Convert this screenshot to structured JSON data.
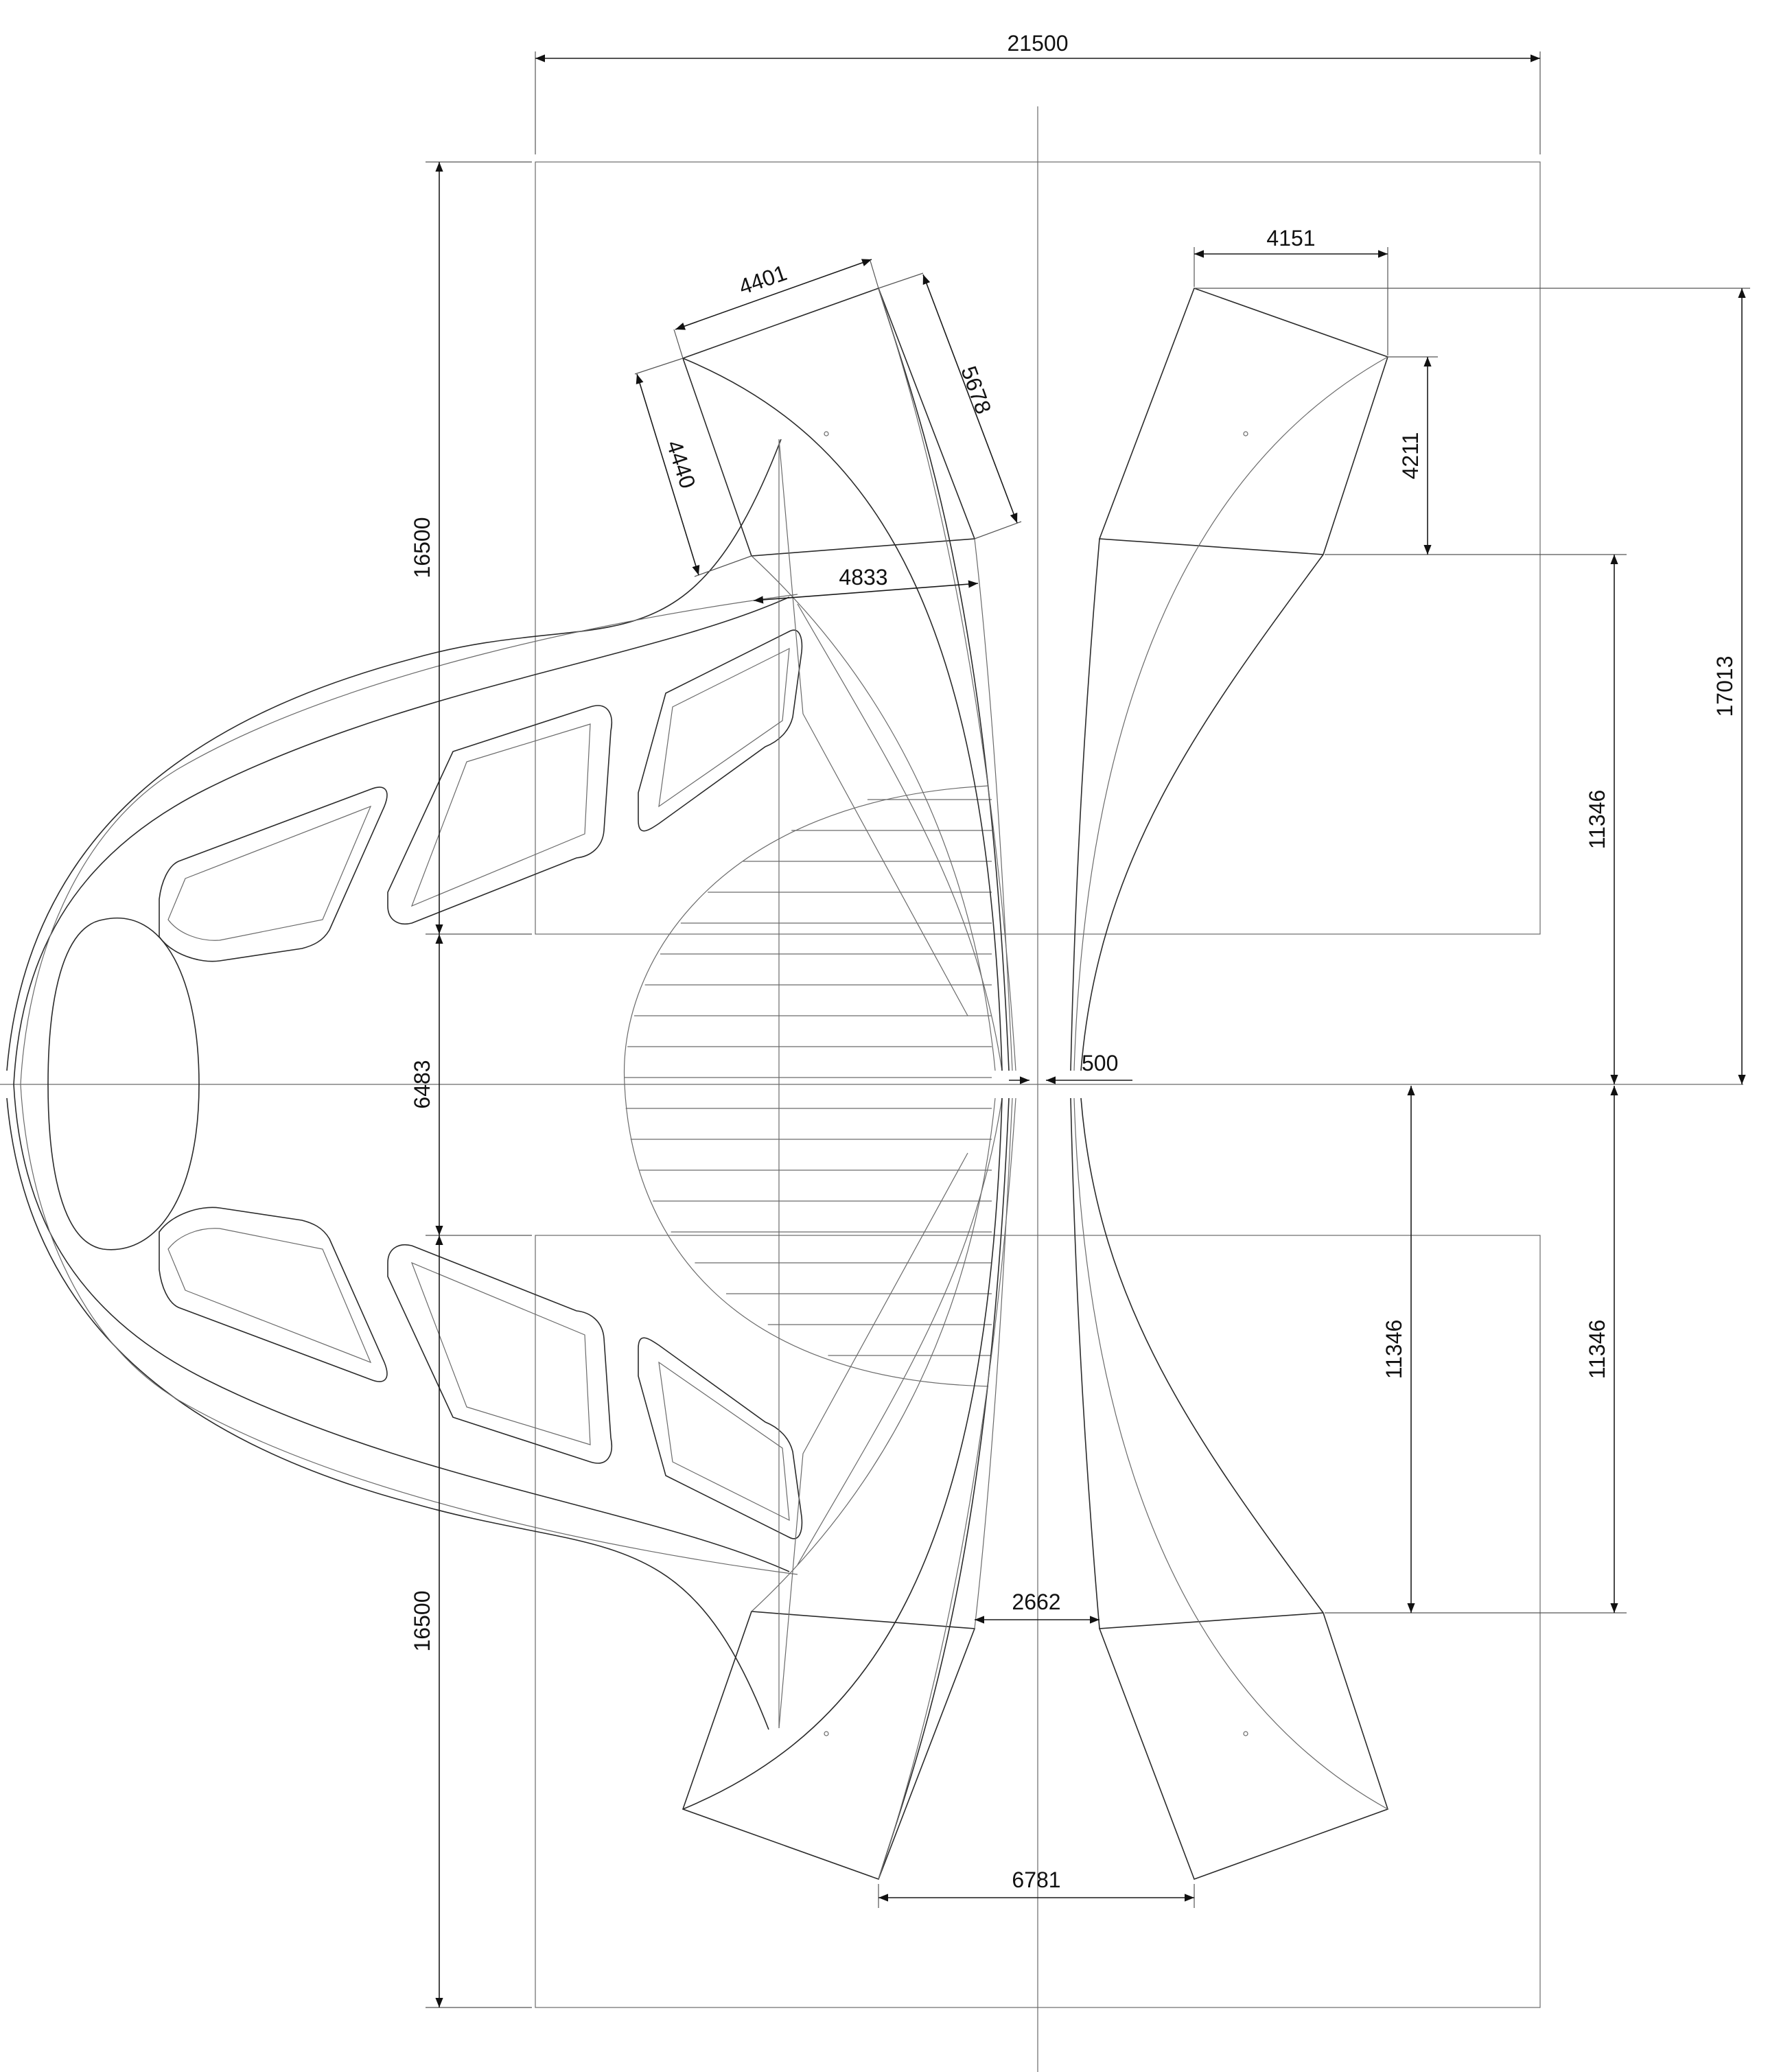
{
  "dimensions": {
    "overall_width": "21500",
    "left_height_top": "16500",
    "left_height_mid": "6483",
    "left_height_bottom": "16500",
    "top_module_edge_a": "4401",
    "top_module_edge_b": "5678",
    "top_module_edge_c": "4440",
    "top_module_diag": "4833",
    "right_module_top": "4151",
    "right_module_side": "4211",
    "right_height_total": "17013",
    "right_height_upper": "11346",
    "right_height_lower_inner": "11346",
    "right_height_lower_outer": "11346",
    "center_gap": "500",
    "waist_gap": "2662",
    "bottom_spread": "6781"
  },
  "colors": {
    "line": "#2b2b2b",
    "background": "#ffffff"
  }
}
